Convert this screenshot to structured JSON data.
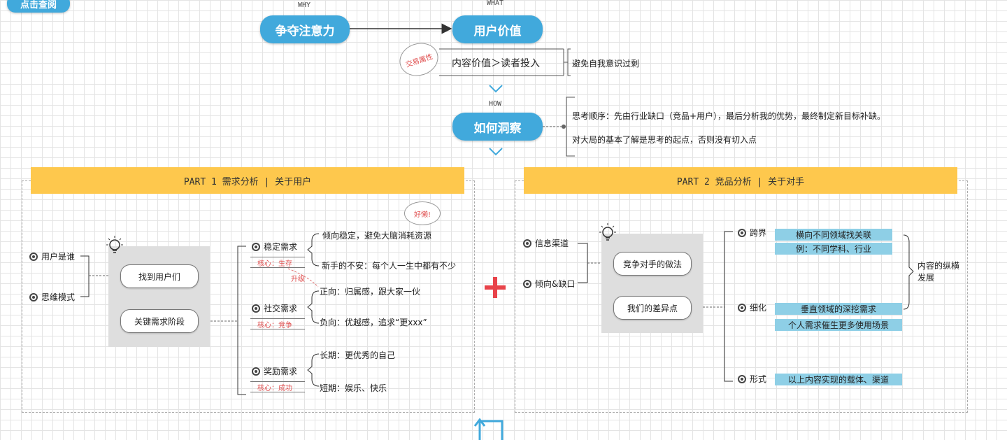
{
  "top_button": "点击查阅",
  "why": {
    "tag": "WHY",
    "label": "争夺注意力"
  },
  "what": {
    "tag": "WHAT",
    "label": "用户价值",
    "stamp": "交易属性",
    "formula": "内容价值＞读者投入",
    "note": "避免自我意识过剩"
  },
  "how": {
    "tag": "HOW",
    "label": "如何洞察",
    "notes": [
      "思考顺序：先由行业缺口（竞品+用户），最后分析我的优势，最终制定新目标补缺。",
      "对大局的基本了解是思考的起点，否则没有切入点"
    ]
  },
  "part1": {
    "title": "PART 1 需求分析 | 关于用户",
    "left_bullets": [
      "用户是谁",
      "思维模式"
    ],
    "nodes": [
      "找到用户们",
      "关键需求阶段"
    ],
    "bubble": "好懒!",
    "upgrade": "升级",
    "needs": [
      {
        "name": "稳定需求",
        "core": "核心：生存",
        "items": [
          "倾向稳定，避免大脑消耗资源",
          "新手的不安：每个人一生中都有不少"
        ]
      },
      {
        "name": "社交需求",
        "core": "核心：竞争",
        "items": [
          "正向：归属感，跟大家一伙",
          "负向：优越感，追求“更xxx”"
        ]
      },
      {
        "name": "奖励需求",
        "core": "核心：成功",
        "items": [
          "长期：更优秀的自己",
          "短期：娱乐、快乐"
        ]
      }
    ]
  },
  "part2": {
    "title": "PART 2 竞品分析 | 关于对手",
    "left_bullets": [
      "信息渠道",
      "倾向&缺口"
    ],
    "nodes": [
      "竞争对手的做法",
      "我们的差异点"
    ],
    "branches": [
      {
        "name": "跨界",
        "items": [
          "横向不同领域找关联",
          "例：不同学科、行业"
        ]
      },
      {
        "name": "细化",
        "items": [
          "垂直领域的深挖需求",
          "个人需求催生更多使用场景"
        ]
      },
      {
        "name": "形式",
        "items": [
          "以上内容实现的载体、渠道"
        ]
      }
    ],
    "side_note": "内容的纵横发展"
  },
  "colors": {
    "pill": "#41a9dc",
    "banner": "#fec84d",
    "highlight": "#8ecfe6",
    "plus": "#e8434a"
  }
}
